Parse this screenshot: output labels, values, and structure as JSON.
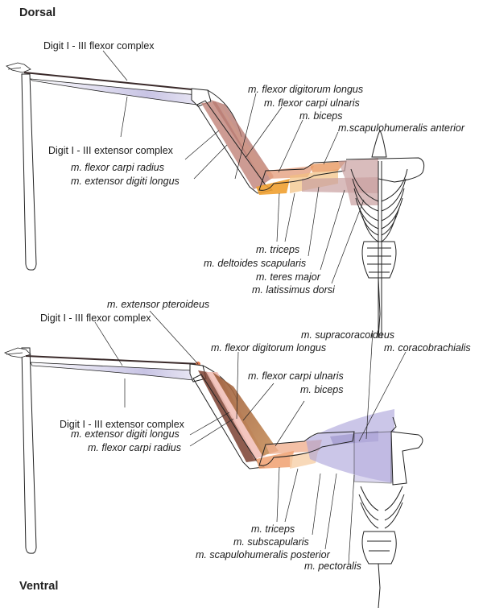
{
  "panels": [
    {
      "view": "Dorsal",
      "labels": {
        "digit_flexor": "Digit I - III flexor complex",
        "digit_extensor": "Digit I - III extensor complex",
        "flexor_digitorum_longus": "m. flexor digitorum longus",
        "flexor_carpi_ulnaris": "m. flexor carpi ulnaris",
        "biceps": "m. biceps",
        "scapulohumeralis_anterior": "m.scapulohumeralis anterior",
        "flexor_carpi_radius": "m. flexor carpi radius",
        "extensor_digiti_longus": "m. extensor digiti longus",
        "triceps": "m. triceps",
        "deltoides_scapularis": "m. deltoides scapularis",
        "teres_major": "m. teres major",
        "latissimus_dorsi": "m. latissimus dorsi"
      }
    },
    {
      "view": "Ventral",
      "labels": {
        "extensor_pteroideus": "m. extensor pteroideus",
        "digit_flexor": "Digit I - III flexor complex",
        "digit_extensor": "Digit I - III extensor complex",
        "supracoracoideus": "m. supracoracoideus",
        "flexor_digitorum_longus": "m. flexor digitorum longus",
        "coracobrachialis": "m. coracobrachialis",
        "flexor_carpi_ulnaris": "m. flexor carpi ulnaris",
        "biceps": "m. biceps",
        "extensor_digiti_longus": "m. extensor digiti longus",
        "flexor_carpi_radius": "m. flexor carpi radius",
        "triceps": "m. triceps",
        "subscapularis": "m. subscapularis",
        "scapulohumeralis_posterior": "m. scapulohumeralis posterior",
        "pectoralis": "m. pectoralis"
      }
    }
  ],
  "colors": {
    "forearm_muscle_dorsal": "#c48a80",
    "upper_arm_muscle": "#e8a070",
    "triceps_orange": "#f0a030",
    "back_muscle": "#c9a0a0",
    "forearm_muscle_ventral": "#b87848",
    "chest_muscle": "#a9a0d8",
    "digit_membrane": "#c8c4e4",
    "bone_outline": "#1a1a1a"
  }
}
